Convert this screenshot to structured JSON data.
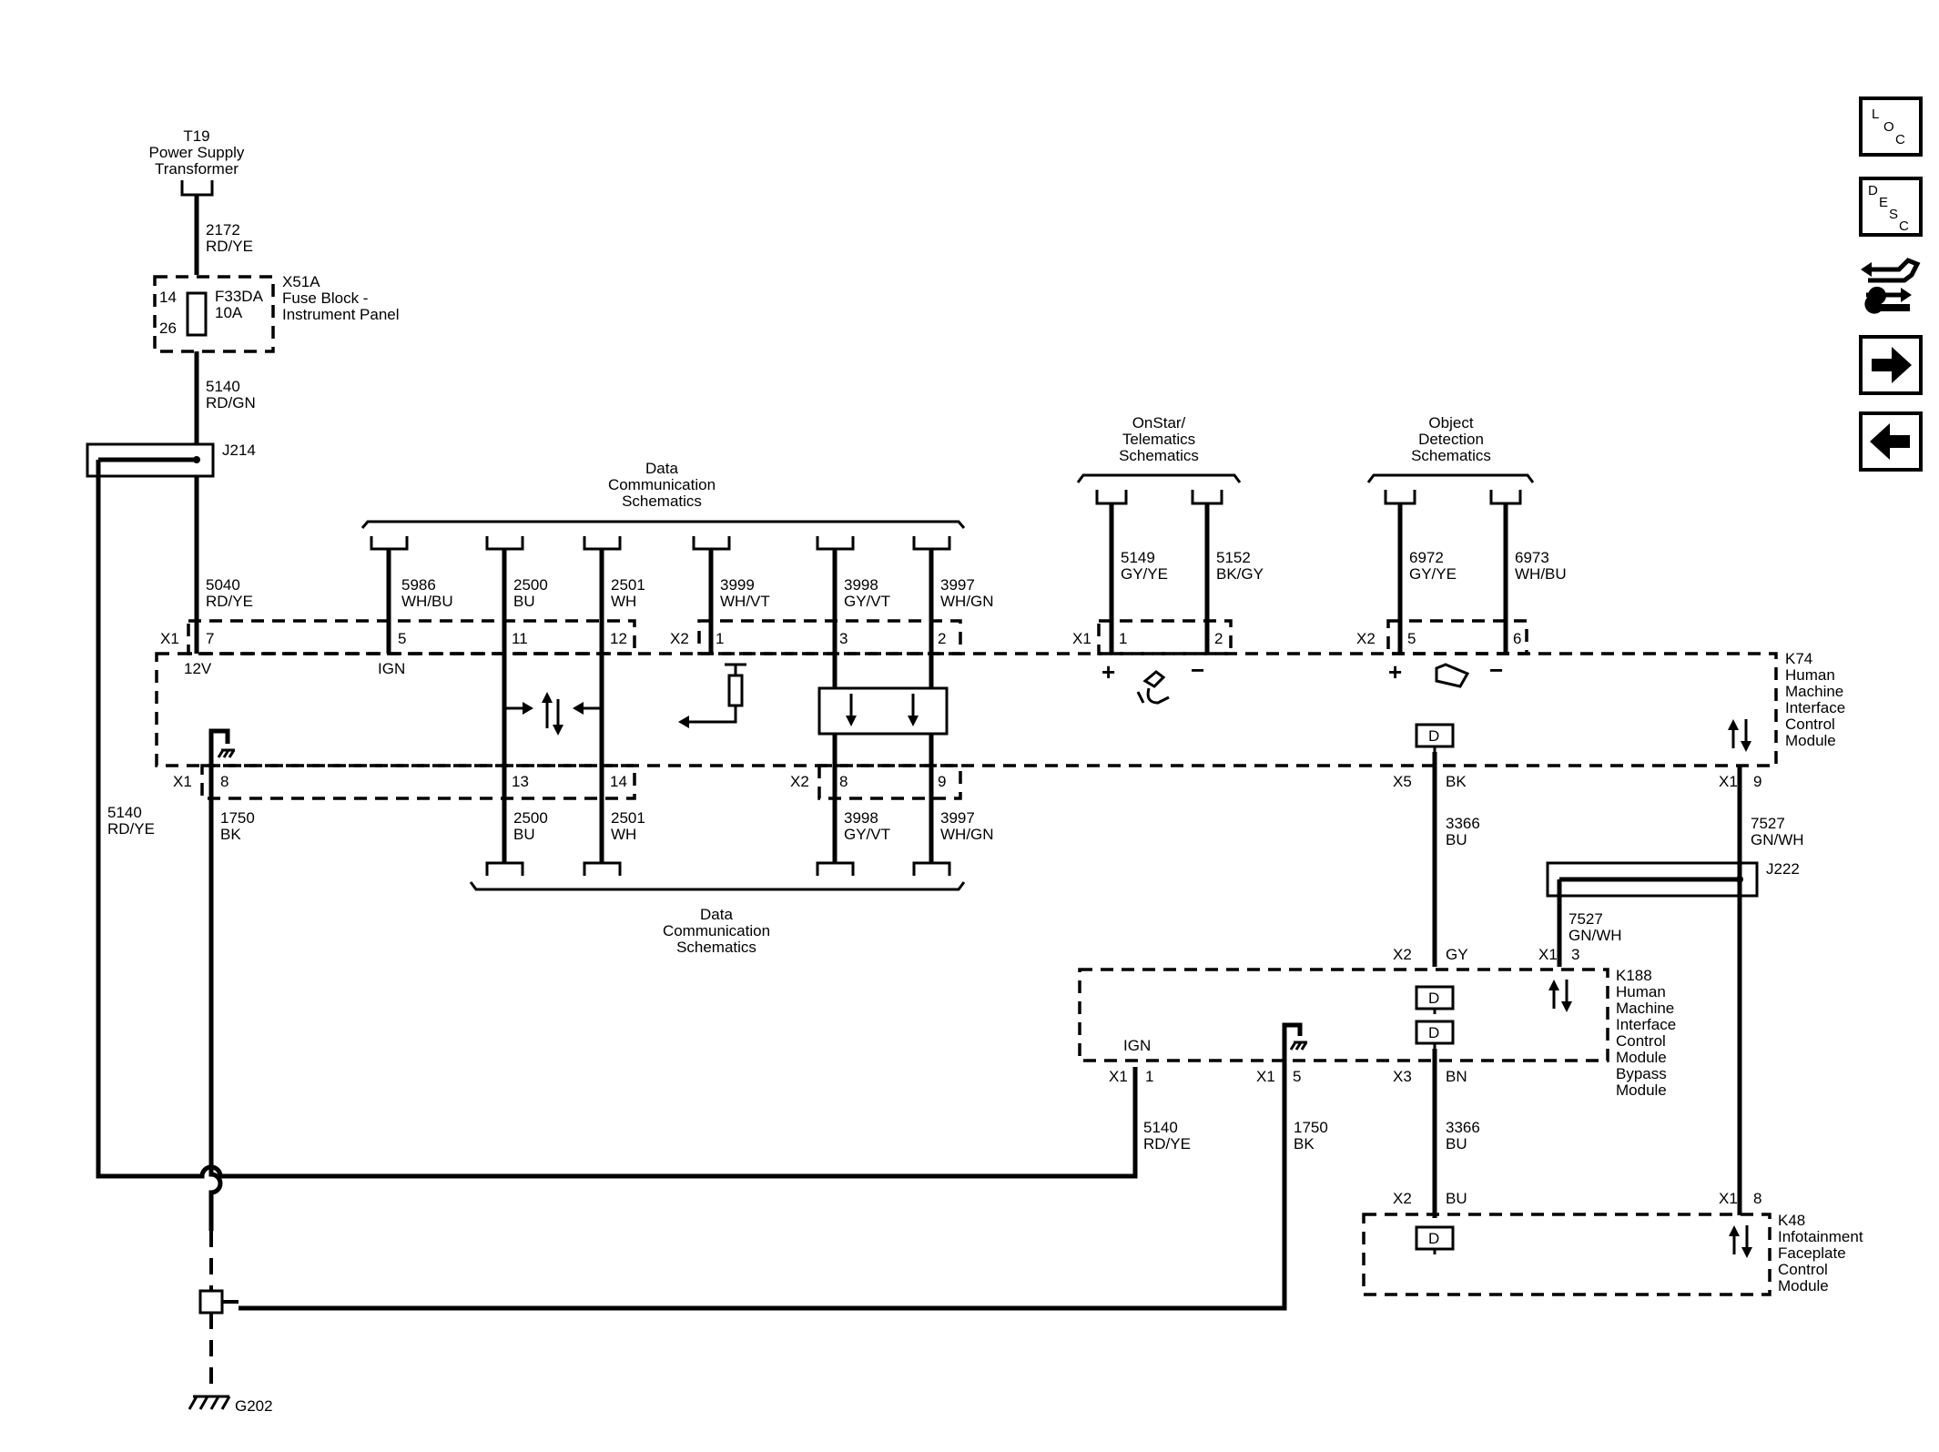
{
  "components": {
    "t19": [
      "T19",
      "Power Supply",
      "Transformer"
    ],
    "x51a": [
      "X51A",
      "Fuse Block -",
      "Instrument Panel"
    ],
    "fuse": [
      "F33DA",
      "10A"
    ],
    "fuse_pins": [
      "14",
      "26"
    ],
    "j214": "J214",
    "j222": "J222",
    "k74": [
      "K74",
      "Human",
      "Machine",
      "Interface",
      "Control",
      "Module"
    ],
    "k188": [
      "K188",
      "Human",
      "Machine",
      "Interface",
      "Control",
      "Module",
      "Bypass",
      "Module"
    ],
    "k48": [
      "K48",
      "Infotainment",
      "Faceplate",
      "Control",
      "Module"
    ],
    "g202": "G202"
  },
  "refs": {
    "data_comm": [
      "Data",
      "Communication",
      "Schematics"
    ],
    "onstar": [
      "OnStar/",
      "Telematics",
      "Schematics"
    ],
    "object_detection": [
      "Object",
      "Detection",
      "Schematics"
    ]
  },
  "wires": {
    "w2172": [
      "2172",
      "RD/YE"
    ],
    "w5140a": [
      "5140",
      "RD/GN"
    ],
    "w5040": [
      "5040",
      "RD/YE"
    ],
    "w5986": [
      "5986",
      "WH/BU"
    ],
    "w2500a": [
      "2500",
      "BU"
    ],
    "w2501a": [
      "2501",
      "WH"
    ],
    "w3999": [
      "3999",
      "WH/VT"
    ],
    "w3998a": [
      "3998",
      "GY/VT"
    ],
    "w3997a": [
      "3997",
      "WH/GN"
    ],
    "w5149": [
      "5149",
      "GY/YE"
    ],
    "w5152": [
      "5152",
      "BK/GY"
    ],
    "w6972": [
      "6972",
      "GY/YE"
    ],
    "w6973": [
      "6973",
      "WH/BU"
    ],
    "w5140b": [
      "5140",
      "RD/YE"
    ],
    "w1750a": [
      "1750",
      "BK"
    ],
    "w2500b": [
      "2500",
      "BU"
    ],
    "w2501b": [
      "2501",
      "WH"
    ],
    "w3998b": [
      "3998",
      "GY/VT"
    ],
    "w3997b": [
      "3997",
      "WH/GN"
    ],
    "w3366a": [
      "3366",
      "BU"
    ],
    "w7527a": [
      "7527",
      "GN/WH"
    ],
    "w7527b": [
      "7527",
      "GN/WH"
    ],
    "w5140c": [
      "5140",
      "RD/YE"
    ],
    "w1750b": [
      "1750",
      "BK"
    ],
    "w3366b": [
      "3366",
      "BU"
    ]
  },
  "connectors": {
    "k74_x1_top": "X1",
    "k74_x2_top": "X2",
    "k74_x1_mid": "X1",
    "k74_x2_mid": "X2",
    "k74_x1_bot": "X1",
    "k74_x2_bot": "X2",
    "k74_x5": "X5",
    "k74_x1_r": "X1",
    "k188_x2": "X2",
    "k188_x1_top": "X1",
    "k188_x1_a": "X1",
    "k188_x1_b": "X1",
    "k188_x3": "X3",
    "k48_x2": "X2",
    "k48_x1": "X1"
  },
  "pins": {
    "k74_top": [
      "7",
      "5",
      "11",
      "12",
      "1",
      "3",
      "2",
      "1",
      "2",
      "5",
      "6"
    ],
    "k74_bot": [
      "8",
      "13",
      "14",
      "8",
      "9",
      "9"
    ],
    "k188": [
      "3",
      "1",
      "5"
    ],
    "k48": [
      "8"
    ]
  },
  "pin_labels": {
    "k74_12v": "12V",
    "k74_ign": "IGN",
    "k74_plus1": "+",
    "k74_minus1": "−",
    "k74_plus2": "+",
    "k74_minus2": "−",
    "k74_x5_color": "BK",
    "k188_x2_color": "GY",
    "k188_x3_color": "BN",
    "k188_ign": "IGN",
    "k48_x2_color": "BU",
    "d": "D"
  },
  "nav": {
    "loc": [
      "L",
      "O",
      "C"
    ],
    "desc": [
      "D",
      "E",
      "S",
      "C"
    ]
  }
}
